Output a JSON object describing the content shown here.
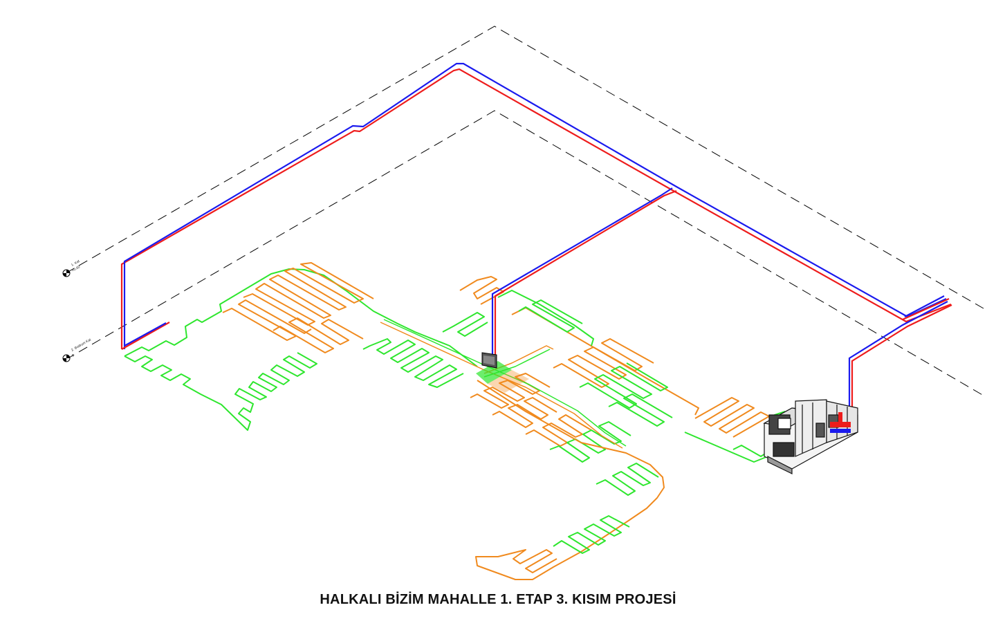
{
  "title": "HALKALI BİZİM MAHALLE 1. ETAP 3. KISIM PROJESİ",
  "colors": {
    "hot": "#ee1c1c",
    "cold": "#1a1aee",
    "loop_green": "#2ee62e",
    "loop_orange": "#f08a1e",
    "dashed": "#000000",
    "equipment": "#111111"
  },
  "level_markers": [
    {
      "name": "1. Kat",
      "elevation": "+0.00"
    },
    {
      "name": "2. Bodrum Kat",
      "elevation": "0"
    }
  ],
  "icons": [
    "level-marker-icon",
    "manifold-icon",
    "boiler-room-equipment-icon"
  ]
}
